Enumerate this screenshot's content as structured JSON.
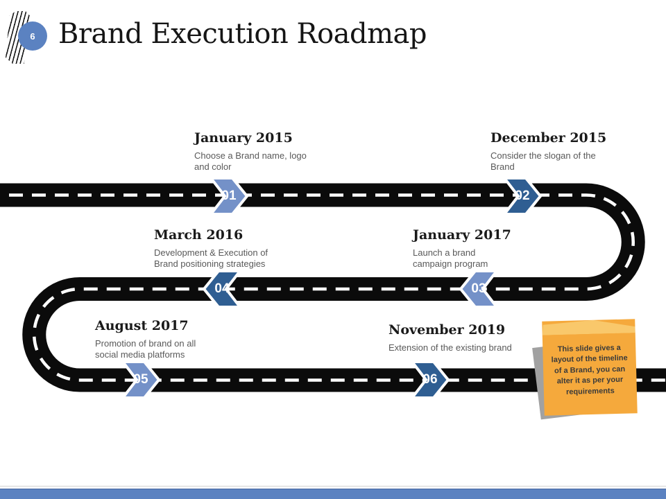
{
  "slide": {
    "number": "6",
    "title": "Brand Execution Roadmap"
  },
  "milestones": [
    {
      "id": "01",
      "date": "January 2015",
      "description": "Choose a Brand name, logo and color",
      "direction": "right",
      "color": "light"
    },
    {
      "id": "02",
      "date": "December 2015",
      "description": "Consider the slogan of the Brand",
      "direction": "right",
      "color": "dark"
    },
    {
      "id": "03",
      "date": "January 2017",
      "description": "Launch a brand campaign program",
      "direction": "left",
      "color": "light"
    },
    {
      "id": "04",
      "date": "March 2016",
      "description": "Development & Execution of Brand positioning strategies",
      "direction": "left",
      "color": "dark"
    },
    {
      "id": "05",
      "date": "August 2017",
      "description": "Promotion of brand on all social media platforms",
      "direction": "right",
      "color": "light"
    },
    {
      "id": "06",
      "date": "November 2019",
      "description": "Extension of the existing brand",
      "direction": "right",
      "color": "dark"
    }
  ],
  "note": {
    "text": "This slide gives a layout of the timeline of a Brand, you can alter it as per your requirements"
  },
  "colors": {
    "accent_blue": "#5b82c1",
    "marker_light": "#7491c8",
    "marker_dark": "#2f5e92",
    "road_black": "#0b0b0b",
    "note_orange": "#f5a93c",
    "note_fold": "#f9c86b",
    "heading_text": "#1a1a1a",
    "body_text": "#595959"
  }
}
